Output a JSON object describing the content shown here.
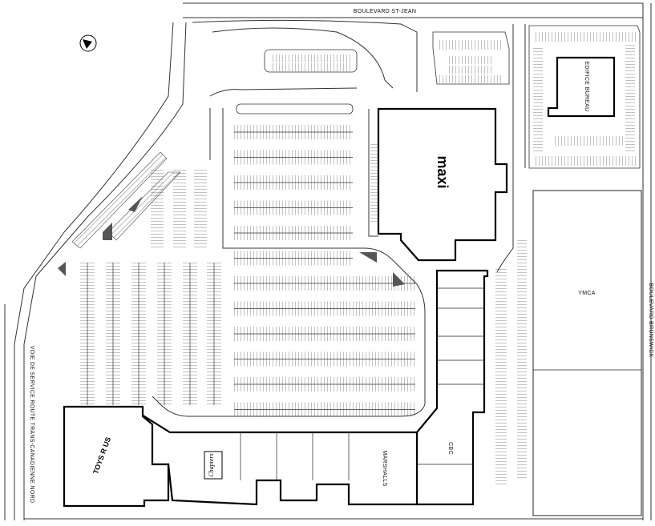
{
  "streets": {
    "north": "BOULEVARD   ST-JEAN",
    "east": "BOULEVARD BRUNSWICK",
    "west": "VOIE DE SERVICE ROUTE TRANS-CANADIENNE NORD"
  },
  "buildings": {
    "office": "EDIFICE BUREAU",
    "anchor_east": "YMCA",
    "maxi": "maxi",
    "toys": "TOYS R US",
    "chapters": "Chapters",
    "marshalls": "MARSHALLS",
    "cbc": "CBC"
  },
  "icons": {
    "north_arrow": "north-arrow-icon"
  },
  "colors": {
    "line": "#000000",
    "background": "#ffffff"
  }
}
